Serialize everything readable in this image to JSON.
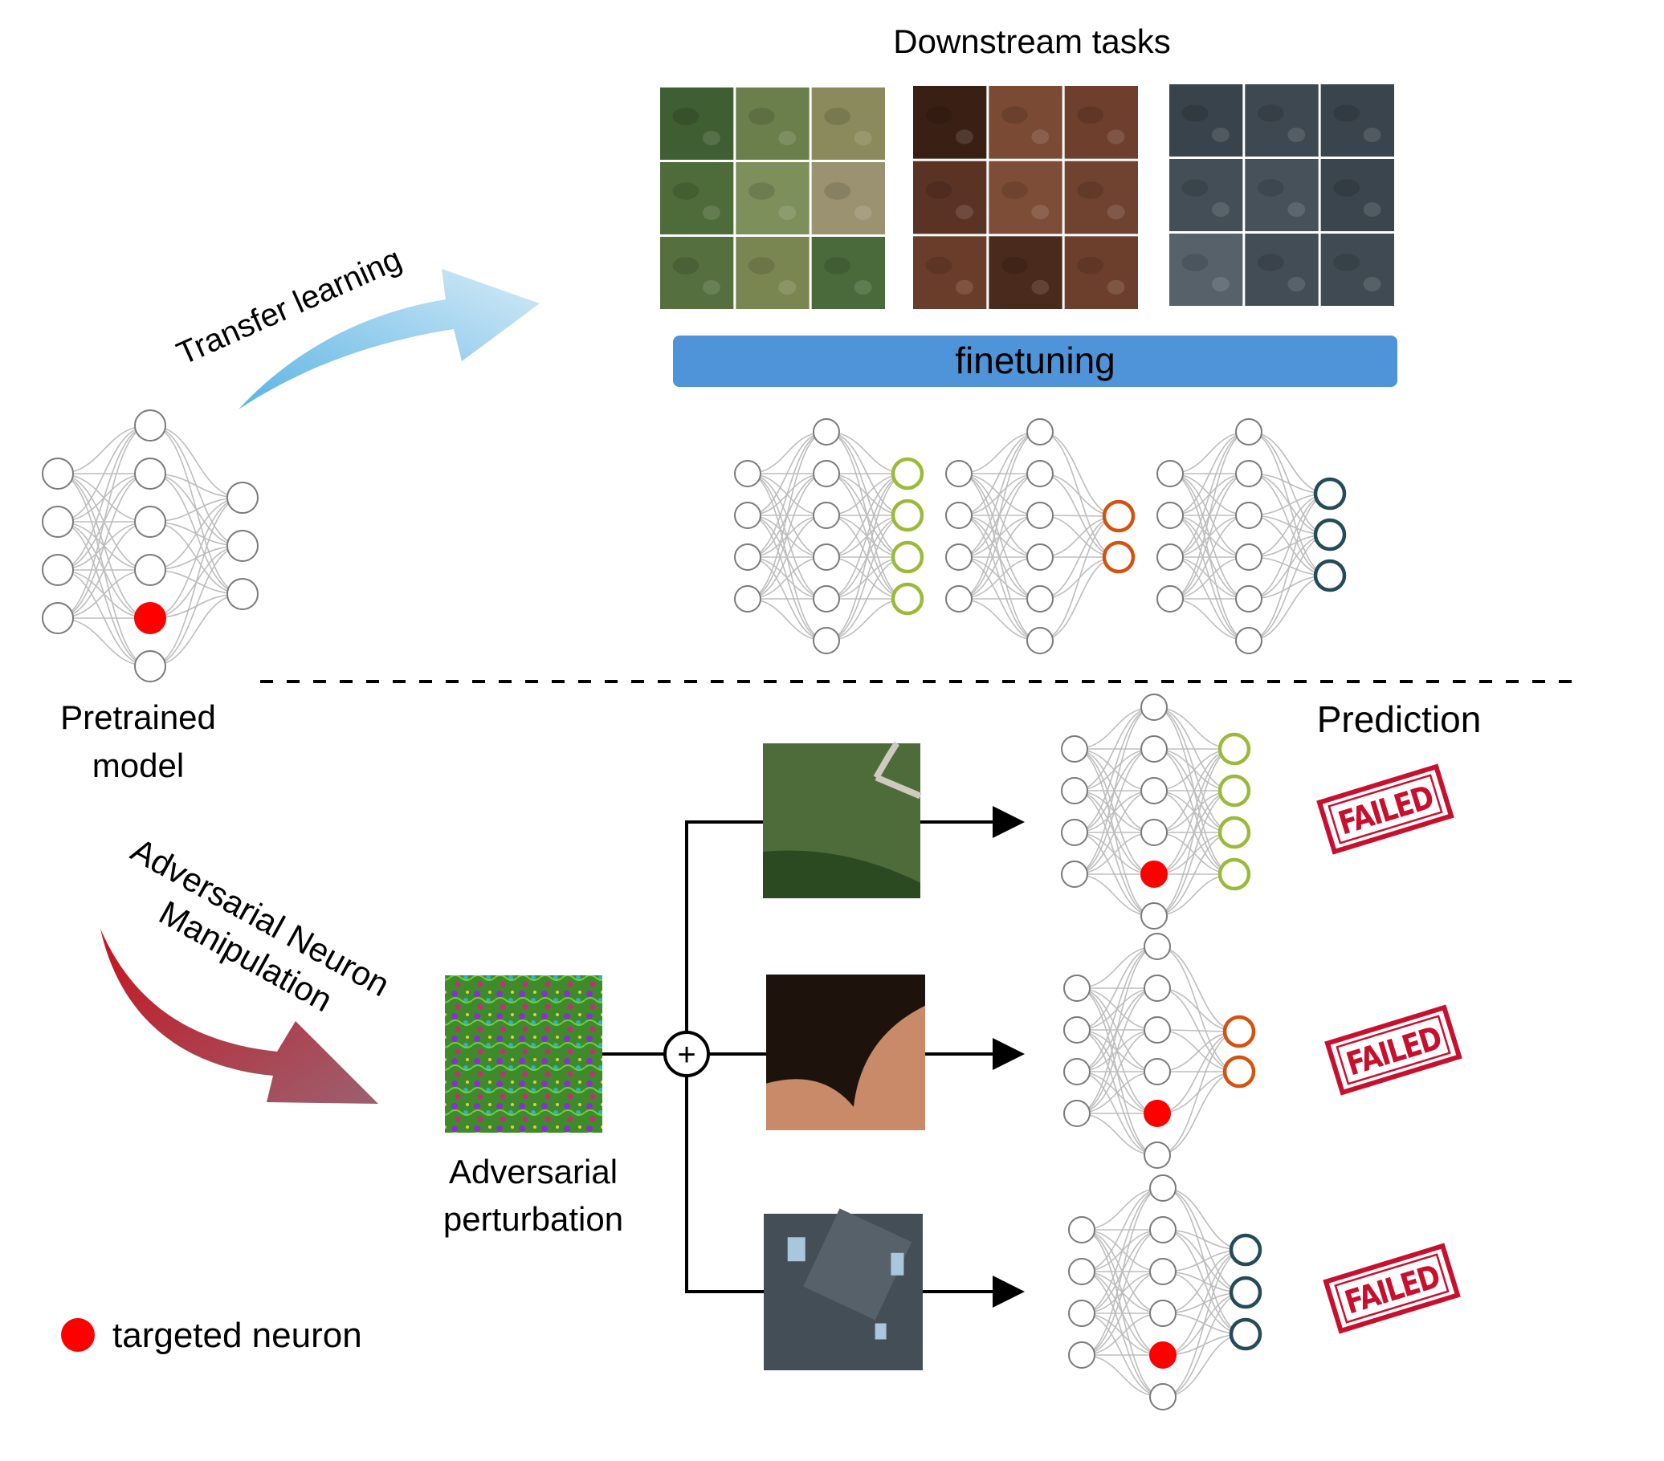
{
  "title": "Adversarial Neuron Manipulation overview",
  "top": {
    "downstream_title": "Downstream tasks",
    "transfer_label": "Transfer learning",
    "finetune_label": "finetuning",
    "datasets": [
      {
        "name": "green-fields-grid",
        "palette": [
          "#3f5e32",
          "#6b7f4c",
          "#8a8a5c",
          "#4e6b3a",
          "#7d8f5a",
          "#9a9270",
          "#556f3f",
          "#7a8651",
          "#4a6a3b"
        ]
      },
      {
        "name": "brown-terrain-grid",
        "palette": [
          "#3a1f14",
          "#7a4a35",
          "#6e3f2c",
          "#5a3324",
          "#7e4d37",
          "#704330",
          "#6a3d2a",
          "#4a2a1c",
          "#6c3f2d"
        ]
      },
      {
        "name": "urban-gray-grid",
        "palette": [
          "#39434b",
          "#3e4850",
          "#3a444c",
          "#434e56",
          "#46515a",
          "#3b454d",
          "#56616a",
          "#434d56",
          "#3f4a52"
        ]
      }
    ]
  },
  "pretrained": {
    "label_line1": "Pretrained",
    "label_line2": "model"
  },
  "bottom": {
    "attack_label_line1": "Adversarial Neuron",
    "attack_label_line2": "Manipulation",
    "perturbation_label_line1": "Adversarial",
    "perturbation_label_line2": "perturbation",
    "prediction_title": "Prediction",
    "failed_stamps": [
      "FAILED",
      "FAILED",
      "FAILED"
    ],
    "adder_symbol": "+"
  },
  "legend": {
    "targeted_neuron": "targeted neuron"
  },
  "colors": {
    "targeted": "#ff0000",
    "head_green": "#9cba3a",
    "head_orange": "#d4520f",
    "head_teal": "#244b57",
    "finetune_bar": "#4f93d8",
    "stamp": "#c8102e",
    "edge": "#bdbdbd",
    "node_stroke": "#7a7a7a"
  }
}
